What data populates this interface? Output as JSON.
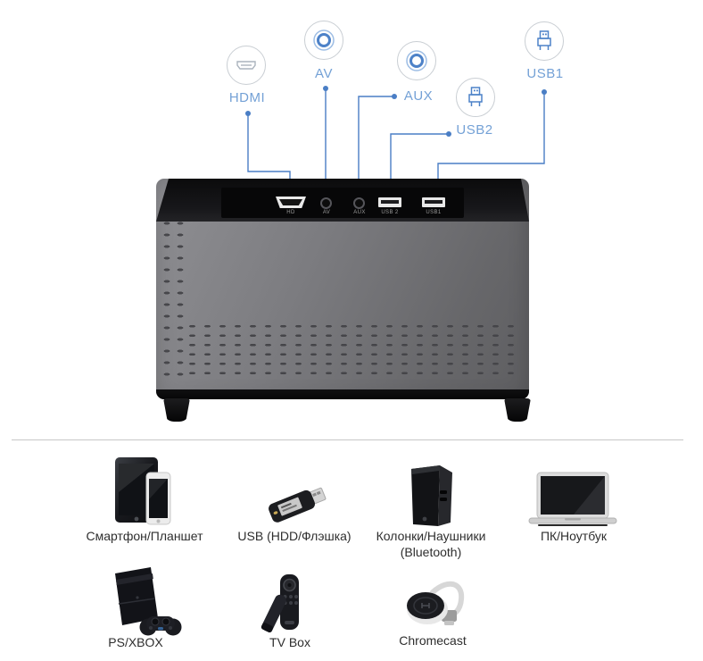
{
  "title": "Projector connectivity diagram",
  "colors": {
    "accent_blue": "#4d82c8",
    "label_blue": "#74a1d6",
    "line_blue": "#4a7ec5",
    "circle_gray": "#c9ced3",
    "divider_gray": "#c7c7c7",
    "text_dark": "#2e2e2e"
  },
  "ports_diagram": {
    "callouts": [
      {
        "label": "HDMI",
        "icon": "hdmi-icon"
      },
      {
        "label": "AV",
        "icon": "rca-jack-icon"
      },
      {
        "label": "AUX",
        "icon": "rca-jack-icon"
      },
      {
        "label": "USB2",
        "icon": "usb-plug-icon"
      },
      {
        "label": "USB1",
        "icon": "usb-plug-icon"
      }
    ],
    "panel_ports": [
      {
        "label": "HD"
      },
      {
        "label": "AV"
      },
      {
        "label": "AUX"
      },
      {
        "label": "USB 2"
      },
      {
        "label": "USB1"
      }
    ]
  },
  "devices": {
    "row1": [
      {
        "label": "Смартфон/Планшет",
        "icon": "smartphone-tablet-icon"
      },
      {
        "label": "USB (HDD/Флэшка)",
        "icon": "usb-flash-drive-icon"
      },
      {
        "label": "Колонки/Наушники",
        "label2": "(Bluetooth)",
        "icon": "speaker-icon"
      },
      {
        "label": "ПК/Ноутбук",
        "icon": "laptop-icon"
      }
    ],
    "row2": [
      {
        "label": "PS/XBOX",
        "icon": "game-console-icon"
      },
      {
        "label": "TV Box",
        "icon": "tv-box-icon"
      },
      {
        "label": "Chromecast",
        "icon": "chromecast-icon"
      }
    ]
  }
}
